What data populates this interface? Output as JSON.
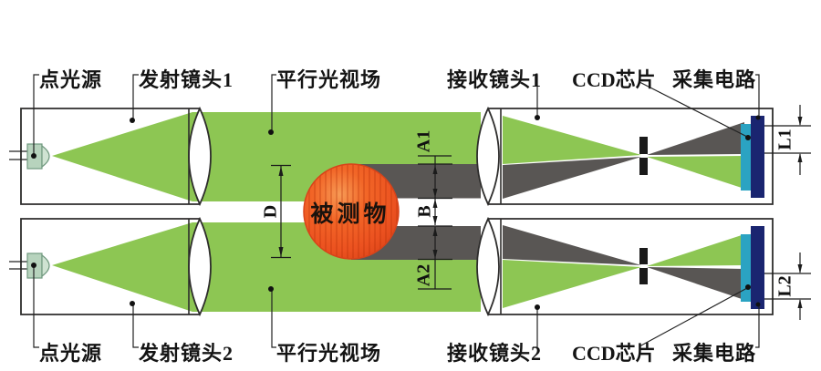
{
  "labels_top": {
    "point_source": "点光源",
    "emit_lens": "发射镜头1",
    "parallel_field": "平行光视场",
    "recv_lens": "接收镜头1",
    "ccd": "CCD芯片",
    "circuit": "采集电路"
  },
  "labels_bottom": {
    "point_source": "点光源",
    "emit_lens": "发射镜头2",
    "parallel_field": "平行光视场",
    "recv_lens": "接收镜头2",
    "ccd": "CCD芯片",
    "circuit": "采集电路"
  },
  "object_label": "被测物",
  "dims": {
    "d": "D",
    "a1": "A1",
    "b": "B",
    "a2": "A2",
    "l1": "L1",
    "l2": "L2"
  },
  "colors": {
    "beam_green": "#8dc653",
    "shadow_gray": "#595654",
    "object_orange": "#ef5a24",
    "ccd_teal": "#2ba3c2",
    "board_navy": "#1a2570",
    "led_body": "#b7d3bd"
  }
}
